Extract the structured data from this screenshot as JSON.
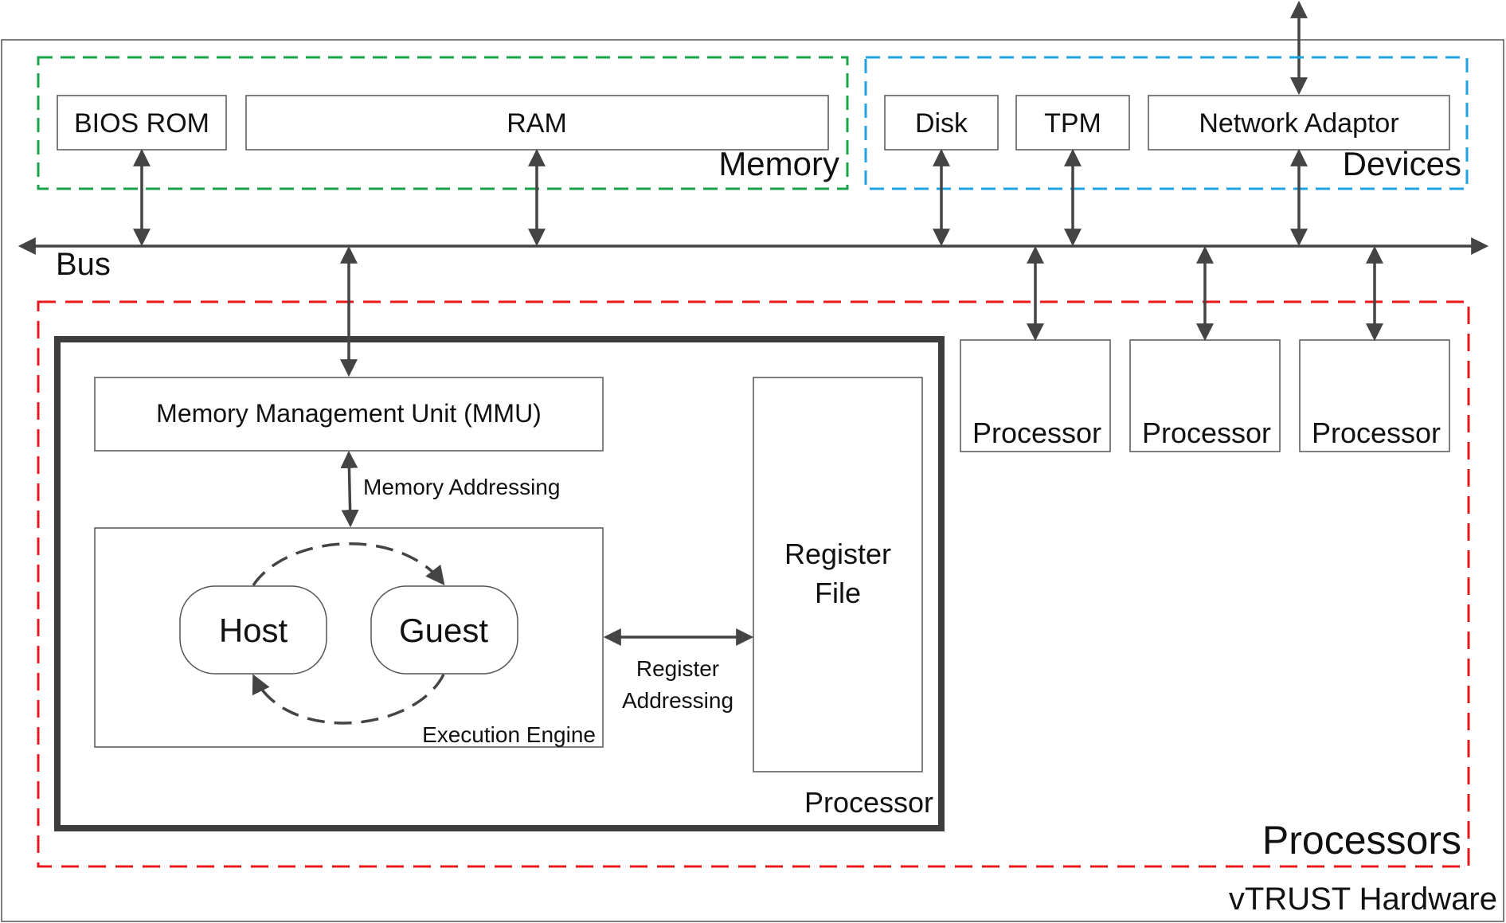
{
  "diagram": {
    "outer_label": "vTRUST Hardware",
    "memory": {
      "group_label": "Memory",
      "bios_rom": "BIOS ROM",
      "ram": "RAM"
    },
    "devices": {
      "group_label": "Devices",
      "disk": "Disk",
      "tpm": "TPM",
      "network_adaptor": "Network Adaptor"
    },
    "bus_label": "Bus",
    "processors": {
      "group_label": "Processors",
      "small_processor_labels": [
        "Processor",
        "Processor",
        "Processor"
      ],
      "main": {
        "label": "Processor",
        "mmu": "Memory Management Unit (MMU)",
        "memory_addressing": "Memory Addressing",
        "execution_engine": "Execution Engine",
        "host": "Host",
        "guest": "Guest",
        "register_file_line1": "Register",
        "register_file_line2": "File",
        "register_addressing_line1": "Register",
        "register_addressing_line2": "Addressing"
      }
    }
  },
  "colors": {
    "memory_group": "#1aa34a",
    "devices_group": "#1ea3e0",
    "processors_group": "#e8171b",
    "arrows": "#444444",
    "outline": "#555555"
  }
}
